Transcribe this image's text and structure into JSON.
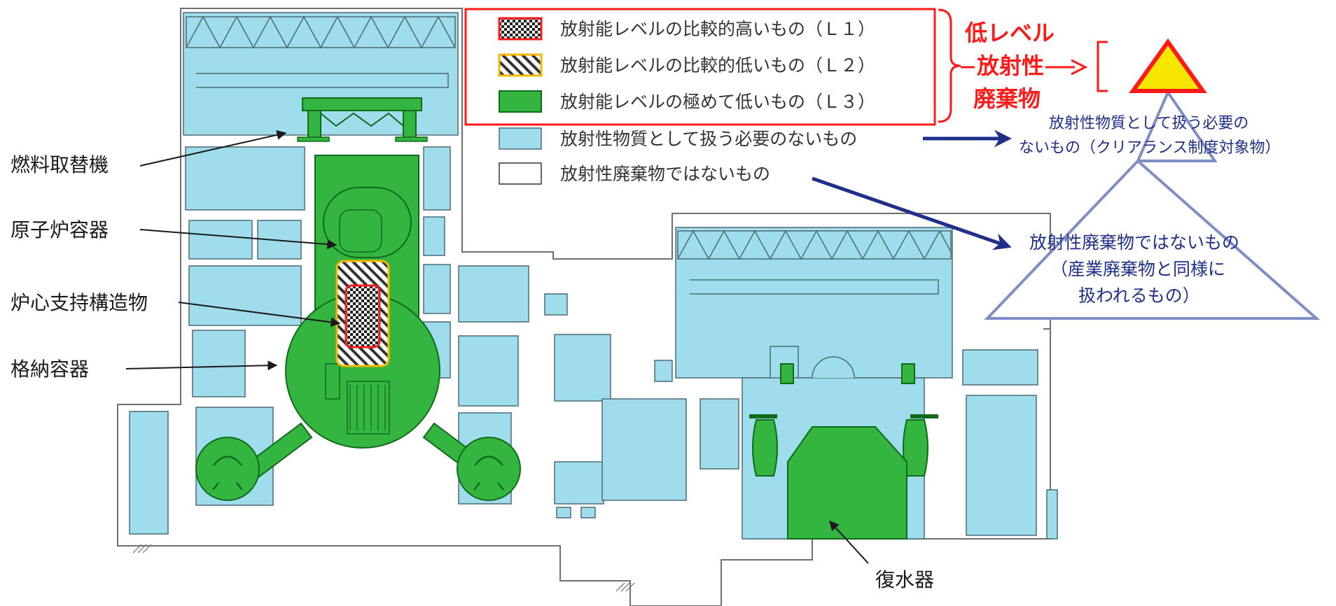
{
  "colors": {
    "light_blue": "#9fdcec",
    "green": "#33b540",
    "green_dark": "#0f6b1a",
    "red": "#ff1a1a",
    "yellow": "#f7e600",
    "orange": "#f5b800",
    "navy": "#1f2f8a",
    "pyramid_stroke": "#7f8ec4"
  },
  "labels": {
    "fuel_exchanger": "燃料取替機",
    "reactor_vessel": "原子炉容器",
    "core_support": "炉心支持構造物",
    "containment": "格納容器",
    "condenser": "復水器"
  },
  "legend": [
    {
      "text": "放射能レベルの比較的高いもの（Ｌ１）",
      "swatch": "checker"
    },
    {
      "text": "放射能レベルの比較的低いもの（Ｌ２）",
      "swatch": "hatched"
    },
    {
      "text": "放射能レベルの極めて低いもの（Ｌ３）",
      "swatch": "green"
    },
    {
      "text": "放射性物質として扱う必要のないもの",
      "swatch": "lightblue"
    },
    {
      "text": "放射性廃棄物ではないもの",
      "swatch": "white"
    }
  ],
  "low_level_waste": [
    "低レベル",
    "放射性",
    "廃棄物"
  ],
  "pyramid": {
    "middle": [
      "放射性物質として扱う必要の",
      "ないもの（クリアランス制度対象物）"
    ],
    "bottom": [
      "放射性廃棄物ではないもの",
      "（産業廃棄物と同様に",
      "扱われるもの）"
    ]
  }
}
